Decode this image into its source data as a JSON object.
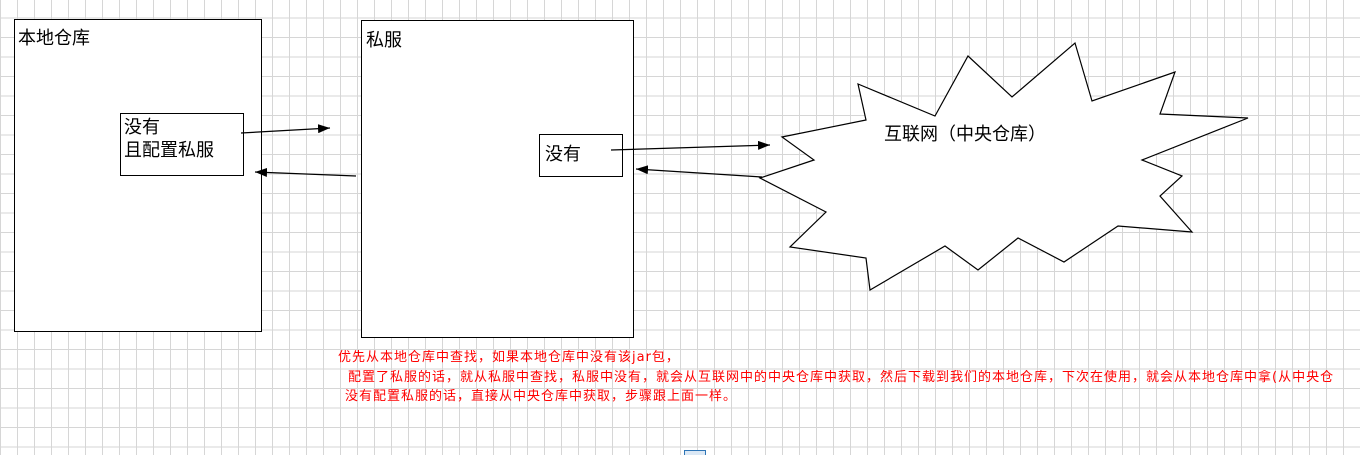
{
  "local_repo": {
    "title": "本地仓库",
    "note_line1": "没有",
    "note_line2": "且配置私服"
  },
  "private_server": {
    "title": "私服",
    "note": "没有"
  },
  "internet": {
    "label": "互联网（中央仓库）"
  },
  "notes": {
    "line1": "优先从本地仓库中查找，如果本地仓库中没有该jar包，",
    "line2": "配置了私服的话，就从私服中查找，私服中没有，就会从互联网中的中央仓库中获取，然后下载到我们的本地仓库，下次在使用，就会从本地仓库中拿(从中央仓",
    "line3": "没有配置私服的话，直接从中央仓库中获取，步骤跟上面一样。"
  },
  "colors": {
    "note_text": "#ff0000",
    "stroke": "#000000",
    "grid": "#d6d6d6"
  }
}
